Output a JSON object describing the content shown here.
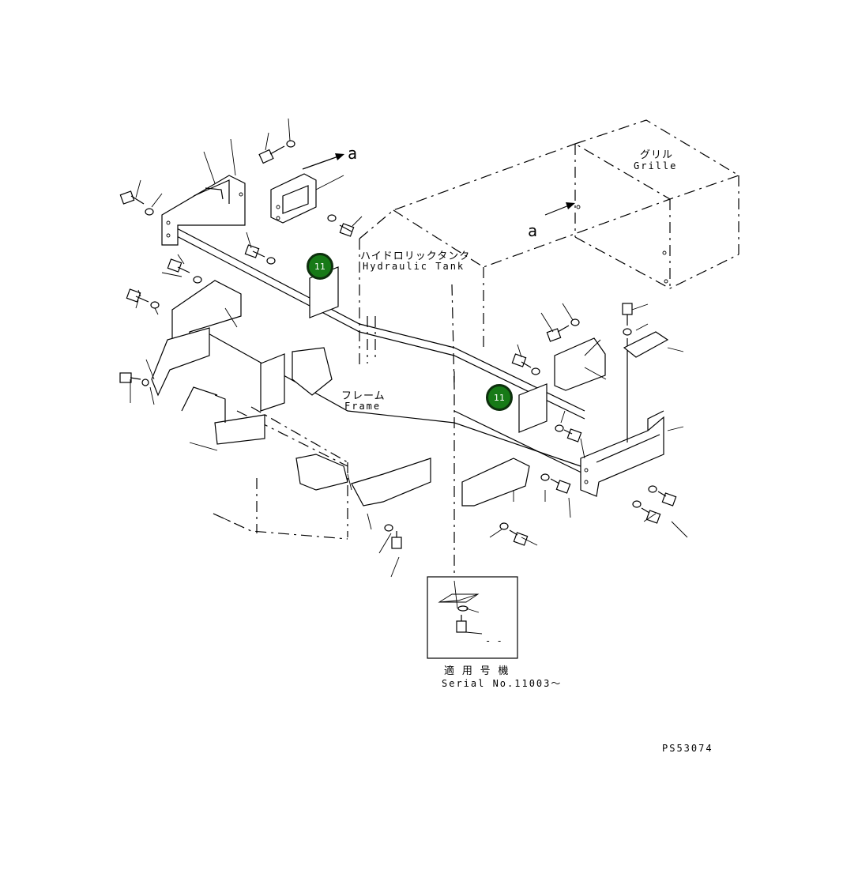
{
  "labels": {
    "grille_jp": "グリル",
    "grille_en": "Grille",
    "tank_jp": "ハイドロリックタンク",
    "tank_en": "Hydraulic Tank",
    "frame_jp": "フレーム",
    "frame_en": "Frame",
    "view_a_top": "a",
    "view_a_mid": "a",
    "serial_jp": "適 用 号 機",
    "serial_en": "Serial No.11003～",
    "inset_dash": "- -",
    "drawing_no": "PS53074"
  },
  "callouts": [
    {
      "number": "11"
    },
    {
      "number": "11"
    }
  ],
  "colors": {
    "callout_fill": "#177a17",
    "callout_border": "#0d2f0d",
    "line": "#000000"
  }
}
